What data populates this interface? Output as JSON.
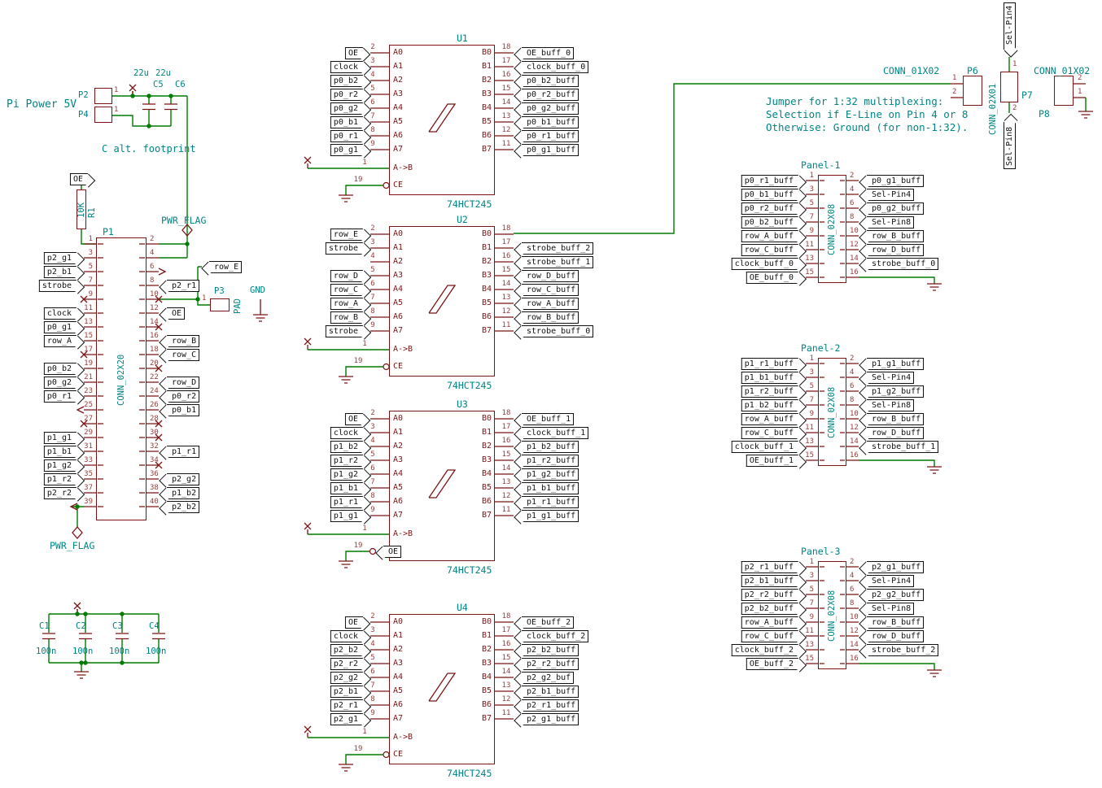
{
  "colors": {
    "wire": "#007a00",
    "component": "#7c1414",
    "field": "#008484",
    "label": "#111111"
  },
  "texts": {
    "pi_power": "Pi Power 5V",
    "c_alt": "C alt. footprint",
    "gnd": "GND",
    "pwr_flag_top": "PWR_FLAG",
    "pwr_flag_bottom": "PWR_FLAG",
    "note_lines": [
      "Jumper for 1:32 multiplexing:",
      "Selection if E-Line on Pin 4 or 8",
      "Otherwise: Ground (for non-1:32)."
    ]
  },
  "power_input": {
    "pads": [
      {
        "ref": "P2",
        "pin": "1"
      },
      {
        "ref": "P4",
        "pin": "1"
      }
    ],
    "caps": [
      {
        "ref": "C5",
        "value": "22u"
      },
      {
        "ref": "C6",
        "value": "22u"
      }
    ]
  },
  "pullup": {
    "ref": "R1",
    "value": "10K",
    "label": "OE"
  },
  "pad": {
    "ref": "P3",
    "value": "PAD",
    "pin": "1"
  },
  "decoupling": [
    {
      "ref": "C1",
      "value": "100n"
    },
    {
      "ref": "C2",
      "value": "100n"
    },
    {
      "ref": "C3",
      "value": "100n"
    },
    {
      "ref": "C4",
      "value": "100n"
    }
  ],
  "pi_header": {
    "ref": "P1",
    "value": "CONN_02X20",
    "row_e_label": "row_E",
    "left": [
      {
        "num": "1",
        "flag": "wire"
      },
      {
        "num": "3",
        "label": "p2_g1"
      },
      {
        "num": "5",
        "label": "p2_b1"
      },
      {
        "num": "7",
        "label": "strobe"
      },
      {
        "num": "9",
        "flag": "nc"
      },
      {
        "num": "11",
        "label": "clock"
      },
      {
        "num": "13",
        "label": "p0_g1"
      },
      {
        "num": "15",
        "label": "row_A"
      },
      {
        "num": "17",
        "flag": "nc"
      },
      {
        "num": "19",
        "label": "p0_b2"
      },
      {
        "num": "21",
        "label": "p0_g2"
      },
      {
        "num": "23",
        "label": "p0_r1"
      },
      {
        "num": "25",
        "flag": "gnd-arrow"
      },
      {
        "num": "27",
        "flag": "nc"
      },
      {
        "num": "29",
        "label": "p1_g1"
      },
      {
        "num": "31",
        "label": "p1_b1"
      },
      {
        "num": "33",
        "label": "p1_g2"
      },
      {
        "num": "35",
        "label": "p1_r2"
      },
      {
        "num": "37",
        "label": "p2_r2"
      },
      {
        "num": "39",
        "flag": "gnd-arrow-wire"
      }
    ],
    "right": [
      {
        "num": "2",
        "flag": "wire"
      },
      {
        "num": "4",
        "flag": "wire"
      },
      {
        "num": "6",
        "flag": "gnd-arrow"
      },
      {
        "num": "8",
        "label": "p2_r1"
      },
      {
        "num": "10",
        "flag": "nc"
      },
      {
        "num": "12",
        "label": "OE"
      },
      {
        "num": "14",
        "flag": "nc"
      },
      {
        "num": "16",
        "label": "row_B"
      },
      {
        "num": "18",
        "label": "row_C"
      },
      {
        "num": "20",
        "flag": "nc"
      },
      {
        "num": "22",
        "label": "row_D"
      },
      {
        "num": "24",
        "label": "p0_r2"
      },
      {
        "num": "26",
        "label": "p0_b1"
      },
      {
        "num": "28",
        "flag": "nc"
      },
      {
        "num": "30",
        "flag": "nc"
      },
      {
        "num": "32",
        "label": "p1_r1"
      },
      {
        "num": "34",
        "flag": "nc"
      },
      {
        "num": "36",
        "label": "p2_g2"
      },
      {
        "num": "38",
        "label": "p1_b2"
      },
      {
        "num": "40",
        "label": "p2_b2"
      }
    ]
  },
  "buffers": [
    {
      "ref": "U1",
      "value": "74HCT245",
      "left": [
        {
          "num": "2",
          "name": "A0",
          "label": "OE"
        },
        {
          "num": "3",
          "name": "A1",
          "label": "clock"
        },
        {
          "num": "4",
          "name": "A2",
          "label": "p0_b2"
        },
        {
          "num": "5",
          "name": "A3",
          "label": "p0_r2"
        },
        {
          "num": "6",
          "name": "A4",
          "label": "p0_g2"
        },
        {
          "num": "7",
          "name": "A5",
          "label": "p0_b1"
        },
        {
          "num": "8",
          "name": "A6",
          "label": "p0_r1"
        },
        {
          "num": "9",
          "name": "A7",
          "label": "p0_g1"
        }
      ],
      "right": [
        {
          "num": "18",
          "name": "B0",
          "label": "OE_buff_0"
        },
        {
          "num": "17",
          "name": "B1",
          "label": "clock_buff_0"
        },
        {
          "num": "16",
          "name": "B2",
          "label": "p0_b2_buff"
        },
        {
          "num": "15",
          "name": "B3",
          "label": "p0_r2_buff"
        },
        {
          "num": "14",
          "name": "B4",
          "label": "p0_g2_buff"
        },
        {
          "num": "13",
          "name": "B5",
          "label": "p0_b1_buff"
        },
        {
          "num": "12",
          "name": "B6",
          "label": "p0_r1_buff"
        },
        {
          "num": "11",
          "name": "B7",
          "label": "p0_g1_buff"
        }
      ],
      "ctrl": {
        "dir": {
          "num": "1",
          "name": "A->B"
        },
        "enable": {
          "num": "19",
          "name": "CE"
        }
      }
    },
    {
      "ref": "U2",
      "value": "74HCT245",
      "left": [
        {
          "num": "2",
          "name": "A0",
          "label": "row_E"
        },
        {
          "num": "3",
          "name": "A1",
          "label": "strobe"
        },
        {
          "num": "4",
          "name": "A2",
          "label": null
        },
        {
          "num": "5",
          "name": "A3",
          "label": "row_D"
        },
        {
          "num": "6",
          "name": "A4",
          "label": "row_C"
        },
        {
          "num": "7",
          "name": "A5",
          "label": "row_A"
        },
        {
          "num": "8",
          "name": "A6",
          "label": "row_B"
        },
        {
          "num": "9",
          "name": "A7",
          "label": "strobe"
        }
      ],
      "right": [
        {
          "num": "18",
          "name": "B0",
          "label": null,
          "flag": "wire"
        },
        {
          "num": "17",
          "name": "B1",
          "label": "strobe_buff_2"
        },
        {
          "num": "16",
          "name": "B2",
          "label": "strobe_buff_1"
        },
        {
          "num": "15",
          "name": "B3",
          "label": "row_D_buff"
        },
        {
          "num": "14",
          "name": "B4",
          "label": "row_C_buff"
        },
        {
          "num": "13",
          "name": "B5",
          "label": "row_A_buff"
        },
        {
          "num": "12",
          "name": "B6",
          "label": "row_B_buff"
        },
        {
          "num": "11",
          "name": "B7",
          "label": "strobe_buff_0"
        }
      ],
      "ctrl": {
        "dir": {
          "num": "1",
          "name": "A->B"
        },
        "enable": {
          "num": "19",
          "name": "CE"
        }
      }
    },
    {
      "ref": "U3",
      "value": "74HCT245",
      "left": [
        {
          "num": "2",
          "name": "A0",
          "label": "OE"
        },
        {
          "num": "3",
          "name": "A1",
          "label": "clock"
        },
        {
          "num": "4",
          "name": "A2",
          "label": "p1_b2"
        },
        {
          "num": "5",
          "name": "A3",
          "label": "p1_r2"
        },
        {
          "num": "6",
          "name": "A4",
          "label": "p1_g2"
        },
        {
          "num": "7",
          "name": "A5",
          "label": "p1_b1"
        },
        {
          "num": "8",
          "name": "A6",
          "label": "p1_r1"
        },
        {
          "num": "9",
          "name": "A7",
          "label": "p1_g1"
        }
      ],
      "right": [
        {
          "num": "18",
          "name": "B0",
          "label": "OE_buff_1"
        },
        {
          "num": "17",
          "name": "B1",
          "label": "clock_buff_1"
        },
        {
          "num": "16",
          "name": "B2",
          "label": "p1_b2_buff"
        },
        {
          "num": "15",
          "name": "B3",
          "label": "p1_r2_buff"
        },
        {
          "num": "14",
          "name": "B4",
          "label": "p1_g2_buff"
        },
        {
          "num": "13",
          "name": "B5",
          "label": "p1_b1_buff"
        },
        {
          "num": "12",
          "name": "B6",
          "label": "p1_r1_buff"
        },
        {
          "num": "11",
          "name": "B7",
          "label": "p1_g1_buff"
        }
      ],
      "ctrl": {
        "dir": {
          "num": "1",
          "name": "A->B"
        },
        "enable": {
          "num": "19",
          "name": "CE"
        },
        "enable_label": "OE"
      }
    },
    {
      "ref": "U4",
      "value": "74HCT245",
      "left": [
        {
          "num": "2",
          "name": "A0",
          "label": "OE"
        },
        {
          "num": "3",
          "name": "A1",
          "label": "clock"
        },
        {
          "num": "4",
          "name": "A2",
          "label": "p2_b2"
        },
        {
          "num": "5",
          "name": "A3",
          "label": "p2_r2"
        },
        {
          "num": "6",
          "name": "A4",
          "label": "p2_g2"
        },
        {
          "num": "7",
          "name": "A5",
          "label": "p2_b1"
        },
        {
          "num": "8",
          "name": "A6",
          "label": "p2_r1"
        },
        {
          "num": "9",
          "name": "A7",
          "label": "p2_g1"
        }
      ],
      "right": [
        {
          "num": "18",
          "name": "B0",
          "label": "OE_buff_2"
        },
        {
          "num": "17",
          "name": "B1",
          "label": "clock_buff_2"
        },
        {
          "num": "16",
          "name": "B2",
          "label": "p2_b2_buff"
        },
        {
          "num": "15",
          "name": "B3",
          "label": "p2_r2_buff"
        },
        {
          "num": "14",
          "name": "B4",
          "label": "p2_g2_buf"
        },
        {
          "num": "13",
          "name": "B5",
          "label": "p2_b1_buff"
        },
        {
          "num": "12",
          "name": "B6",
          "label": "p2_r1_buff"
        },
        {
          "num": "11",
          "name": "B7",
          "label": "p2_g1_buff"
        }
      ],
      "ctrl": {
        "dir": {
          "num": "1",
          "name": "A->B"
        },
        "enable": {
          "num": "19",
          "name": "CE"
        }
      }
    }
  ],
  "panels": [
    {
      "title": "Panel-1",
      "value": "CONN_02X08",
      "left": [
        {
          "num": "1",
          "label": "p0_r1_buff"
        },
        {
          "num": "3",
          "label": "p0_b1_buff"
        },
        {
          "num": "5",
          "label": "p0_r2_buff"
        },
        {
          "num": "7",
          "label": "p0_b2_buff"
        },
        {
          "num": "9",
          "label": "row_A_buff"
        },
        {
          "num": "11",
          "label": "row_C_buff"
        },
        {
          "num": "13",
          "label": "clock_buff_0"
        },
        {
          "num": "15",
          "label": "OE_buff_0"
        }
      ],
      "right": [
        {
          "num": "2",
          "label": "p0_g1_buff"
        },
        {
          "num": "4",
          "label": "Sel-Pin4"
        },
        {
          "num": "6",
          "label": "p0_g2_buff"
        },
        {
          "num": "8",
          "label": "Sel-Pin8"
        },
        {
          "num": "10",
          "label": "row_B_buff"
        },
        {
          "num": "12",
          "label": "row_D_buff"
        },
        {
          "num": "14",
          "label": "strobe_buff_0"
        },
        {
          "num": "16",
          "flag": "gnd-wire"
        }
      ]
    },
    {
      "title": "Panel-2",
      "value": "CONN_02X08",
      "left": [
        {
          "num": "1",
          "label": "p1_r1_buff"
        },
        {
          "num": "3",
          "label": "p1_b1_buff"
        },
        {
          "num": "5",
          "label": "p1_r2_buff"
        },
        {
          "num": "7",
          "label": "p1_b2_buff"
        },
        {
          "num": "9",
          "label": "row_A_buff"
        },
        {
          "num": "11",
          "label": "row_C_buff"
        },
        {
          "num": "13",
          "label": "clock_buff_1"
        },
        {
          "num": "15",
          "label": "OE_buff_1"
        }
      ],
      "right": [
        {
          "num": "2",
          "label": "p1_g1_buff"
        },
        {
          "num": "4",
          "label": "Sel-Pin4"
        },
        {
          "num": "6",
          "label": "p1_g2_buff"
        },
        {
          "num": "8",
          "label": "Sel-Pin8"
        },
        {
          "num": "10",
          "label": "row_B_buff"
        },
        {
          "num": "12",
          "label": "row_D_buff"
        },
        {
          "num": "14",
          "label": "strobe_buff_1"
        },
        {
          "num": "16",
          "flag": "gnd-wire"
        }
      ]
    },
    {
      "title": "Panel-3",
      "value": "CONN_02X08",
      "left": [
        {
          "num": "1",
          "label": "p2_r1_buff"
        },
        {
          "num": "3",
          "label": "p2_b1_buff"
        },
        {
          "num": "5",
          "label": "p2_r2_buff"
        },
        {
          "num": "7",
          "label": "p2_b2_buff"
        },
        {
          "num": "9",
          "label": "row_A_buff"
        },
        {
          "num": "11",
          "label": "row_C_buff"
        },
        {
          "num": "13",
          "label": "clock_buff_2"
        },
        {
          "num": "15",
          "label": "OE_buff_2"
        }
      ],
      "right": [
        {
          "num": "2",
          "label": "p2_g1_buff"
        },
        {
          "num": "4",
          "label": "Sel-Pin4"
        },
        {
          "num": "6",
          "label": "p2_g2_buff"
        },
        {
          "num": "8",
          "label": "Sel-Pin8"
        },
        {
          "num": "10",
          "label": "row_B_buff"
        },
        {
          "num": "12",
          "label": "row_D_buff"
        },
        {
          "num": "14",
          "label": "strobe_buff_2"
        },
        {
          "num": "16",
          "flag": "gnd-wire"
        }
      ]
    }
  ],
  "jumper_block": {
    "p6": {
      "ref": "P6",
      "value": "CONN_01X02",
      "pins": [
        "1",
        "2"
      ]
    },
    "p7": {
      "ref": "P7",
      "value": "CONN_02X01",
      "pins": [
        "1",
        "2"
      ]
    },
    "p8": {
      "ref": "P8",
      "value": "CONN_01X02",
      "pins": [
        "2",
        "1"
      ]
    },
    "sel_top": "Sel-Pin4",
    "sel_bottom": "Sel-Pin8"
  }
}
